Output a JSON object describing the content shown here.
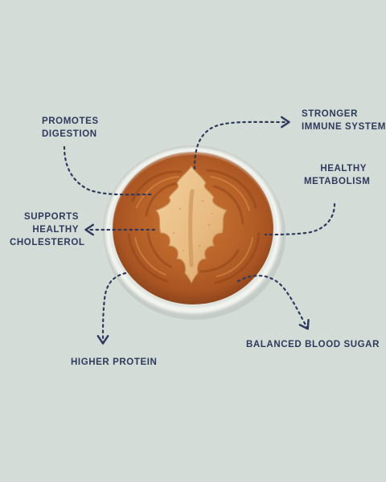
{
  "background_color": "#d3dcd7",
  "text_color": "#2e3a5c",
  "benefits": {
    "digestion": "PROMOTES\nDIGESTION",
    "immune": "STRONGER\nIMMUNE SYSTEM",
    "metabolism": "HEALTHY\nMETABOLISM",
    "cholesterol": "SUPPORTS\nHEALTHY\nCHOLESTEROL",
    "protein": "HIGHER PROTEIN",
    "blood_sugar": "BALANCED BLOOD SUGAR"
  },
  "product_image": "baked pumpkin oatmeal cup topped with a holly-leaf shaped cookie"
}
